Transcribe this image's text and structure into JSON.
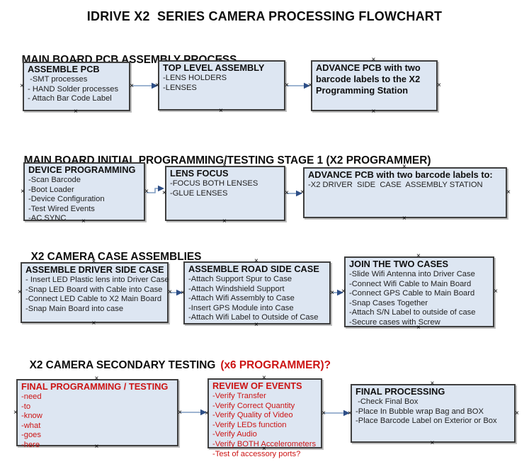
{
  "title": "IDRIVE X2  SERIES CAMERA PROCESSING FLOWCHART",
  "colors": {
    "box_fill": "#dde6f2",
    "box_border": "#3f3f3f",
    "arrow_line": "#7e9cc2",
    "arrow_head": "#2e4f87",
    "red_text": "#cc1414",
    "heading_text": "#0d0d0d",
    "body_text": "#1f1f1f"
  },
  "sections": [
    {
      "heading": "MAIN BOARD PCB ASSEMBLY PROCESS",
      "boxes": [
        {
          "title": "ASSEMBLE PCB",
          "lines": [
            " -SMT processes",
            "- HAND Solder processes",
            "- Attach Bar Code Label"
          ]
        },
        {
          "title": "TOP LEVEL ASSEMBLY",
          "lines": [
            "-LENS HOLDERS",
            "-LENSES"
          ]
        },
        {
          "title": "ADVANCE PCB with two barcode labels to the  X2 Programming Station",
          "lines": []
        }
      ]
    },
    {
      "heading": "MAIN BOARD INITIAL PROGRAMMING/TESTING STAGE 1 (X2 PROGRAMMER)",
      "boxes": [
        {
          "title": "DEVICE PROGRAMMING",
          "lines": [
            "-Scan Barcode",
            "-Boot Loader",
            "-Device Configuration",
            "-Test Wired Events",
            "-AC SYNC"
          ]
        },
        {
          "title": "LENS FOCUS",
          "lines": [
            "-FOCUS BOTH LENSES",
            "-GLUE LENSES"
          ]
        },
        {
          "title": "ADVANCE PCB with two barcode labels to:",
          "lines": [
            "-X2 DRIVER  SIDE  CASE  ASSEMBLY STATION"
          ]
        }
      ]
    },
    {
      "heading": "X2 CAMERA CASE ASSEMBLIES",
      "boxes": [
        {
          "title": "ASSEMBLE DRIVER SIDE CASE",
          "lines": [
            "- Insert LED Plastic lens into Driver Case",
            "-Snap LED Board with Cable into Case",
            "-Connect LED Cable to X2 Main Board",
            "-Snap Main Board into case"
          ]
        },
        {
          "title": "ASSEMBLE ROAD SIDE CASE",
          "lines": [
            "-Attach Support Spur to Case",
            "-Attach Windshield Support",
            "-Attach Wifi Assembly to Case",
            "-Insert GPS Module into Case",
            "-Attach Wifi Label to Outside of Case"
          ]
        },
        {
          "title": "JOIN THE TWO CASES",
          "lines": [
            "-Slide Wifi Antenna into Driver Case",
            "-Connect Wifi Cable to Main Board",
            "-Connect GPS Cable to Main Board",
            "-Snap Cases Together",
            "-Attach S/N Label to outside of case",
            "-Secure cases with Screw"
          ]
        }
      ]
    },
    {
      "heading": "X2 CAMERA SECONDARY TESTING",
      "heading_red": "(x6 PROGRAMMER)?",
      "boxes": [
        {
          "title": "FINAL PROGRAMMING / TESTING",
          "lines": [
            "-need",
            "-to",
            "-know",
            "-what",
            "-goes",
            "-here"
          ]
        },
        {
          "title": "REVIEW OF EVENTS",
          "lines": [
            "-Verify Transfer",
            "-Verify Correct Quantity",
            "-Verify Quality of Video",
            "-Verify LEDs function",
            "-Verify Audio",
            "-Verify BOTH Accelerometers",
            "-Test of accessory ports?"
          ]
        },
        {
          "title": "FINAL PROCESSING",
          "lines": [
            " -Check Final Box",
            "-Place In Bubble wrap Bag and BOX",
            "-Place Barcode Label on Exterior or Box"
          ]
        }
      ]
    }
  ]
}
